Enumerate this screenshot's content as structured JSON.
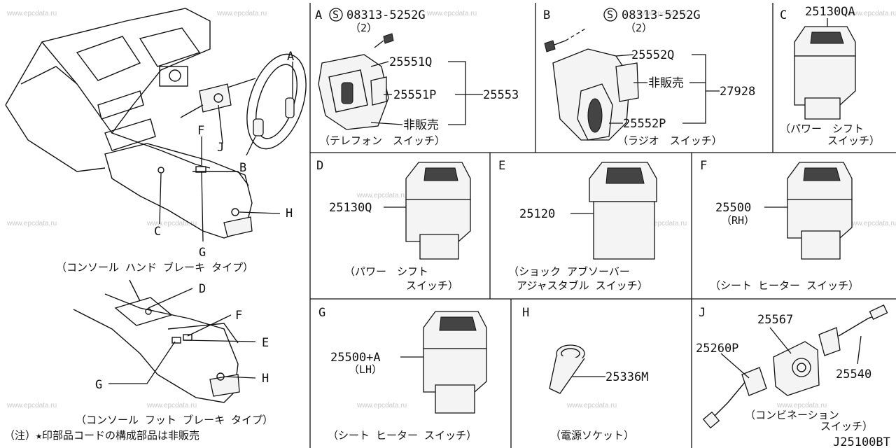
{
  "watermark": "www.epcdata.ru",
  "overview": {
    "callouts": {
      "A": "A",
      "B": "B",
      "C": "C",
      "D": "D",
      "E": "E",
      "F": "F",
      "G": "G",
      "H": "H",
      "J": "J"
    },
    "caption_hand": "（コンソール ハンド ブレーキ タイプ）",
    "caption_foot": "（コンソール フット ブレーキ タイプ）",
    "note": "（注）★印部品コードの構成部品は非販売"
  },
  "panels": {
    "A": {
      "letter": "A",
      "bolt_symbol": "S",
      "bolt_code": "08313-5252G",
      "bolt_qty": "（2）",
      "parts": [
        "25551Q",
        "25551P",
        "非販売"
      ],
      "assembly": "25553",
      "caption": "（テレフォン　スイッチ）"
    },
    "B": {
      "letter": "B",
      "bolt_symbol": "S",
      "bolt_code": "08313-5252G",
      "bolt_qty": "（2）",
      "parts": [
        "25552Q",
        "非販売",
        "25552P"
      ],
      "assembly": "27928",
      "caption": "（ラジオ　スイッチ）"
    },
    "C": {
      "letter": "C",
      "part": "25130QA",
      "caption_1": "（パワー　シフト",
      "caption_2": "スイッチ）"
    },
    "D": {
      "letter": "D",
      "part": "25130Q",
      "caption_1": "（パワー　シフト",
      "caption_2": "スイッチ）"
    },
    "E": {
      "letter": "E",
      "part": "25120",
      "caption_1": "（ショック アブソーバー",
      "caption_2": "アジャスタブル スイッチ）"
    },
    "F": {
      "letter": "F",
      "part": "25500",
      "part_side": "（RH）",
      "caption": "（シート ヒーター スイッチ）"
    },
    "G": {
      "letter": "G",
      "part": "25500+A",
      "part_side": "（LH）",
      "caption": "（シート ヒーター スイッチ）"
    },
    "H": {
      "letter": "H",
      "part": "25336M",
      "caption": "（電源ソケット）"
    },
    "J": {
      "letter": "J",
      "parts": [
        "25567",
        "25260P",
        "25540"
      ],
      "caption_1": "（コンビネーション",
      "caption_2": "スイッチ）",
      "drawing_code": "J25100BT"
    }
  }
}
